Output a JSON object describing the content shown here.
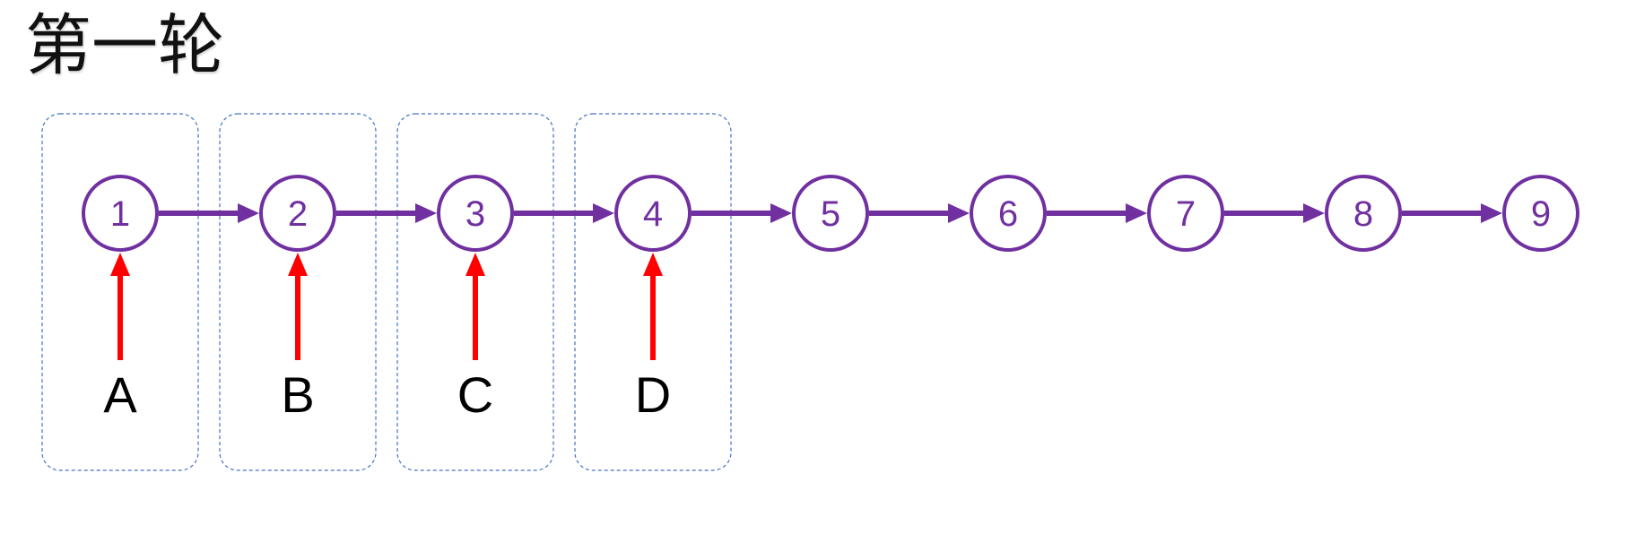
{
  "title": "第一轮",
  "colors": {
    "node": "#7030a0",
    "pointer": "#ff0000",
    "group_border": "#4472c4",
    "text": "#000000"
  },
  "list": {
    "nodes": [
      "1",
      "2",
      "3",
      "4",
      "5",
      "6",
      "7",
      "8",
      "9"
    ]
  },
  "pointers": [
    {
      "label": "A",
      "node": "1"
    },
    {
      "label": "B",
      "node": "2"
    },
    {
      "label": "C",
      "node": "3"
    },
    {
      "label": "D",
      "node": "4"
    }
  ]
}
